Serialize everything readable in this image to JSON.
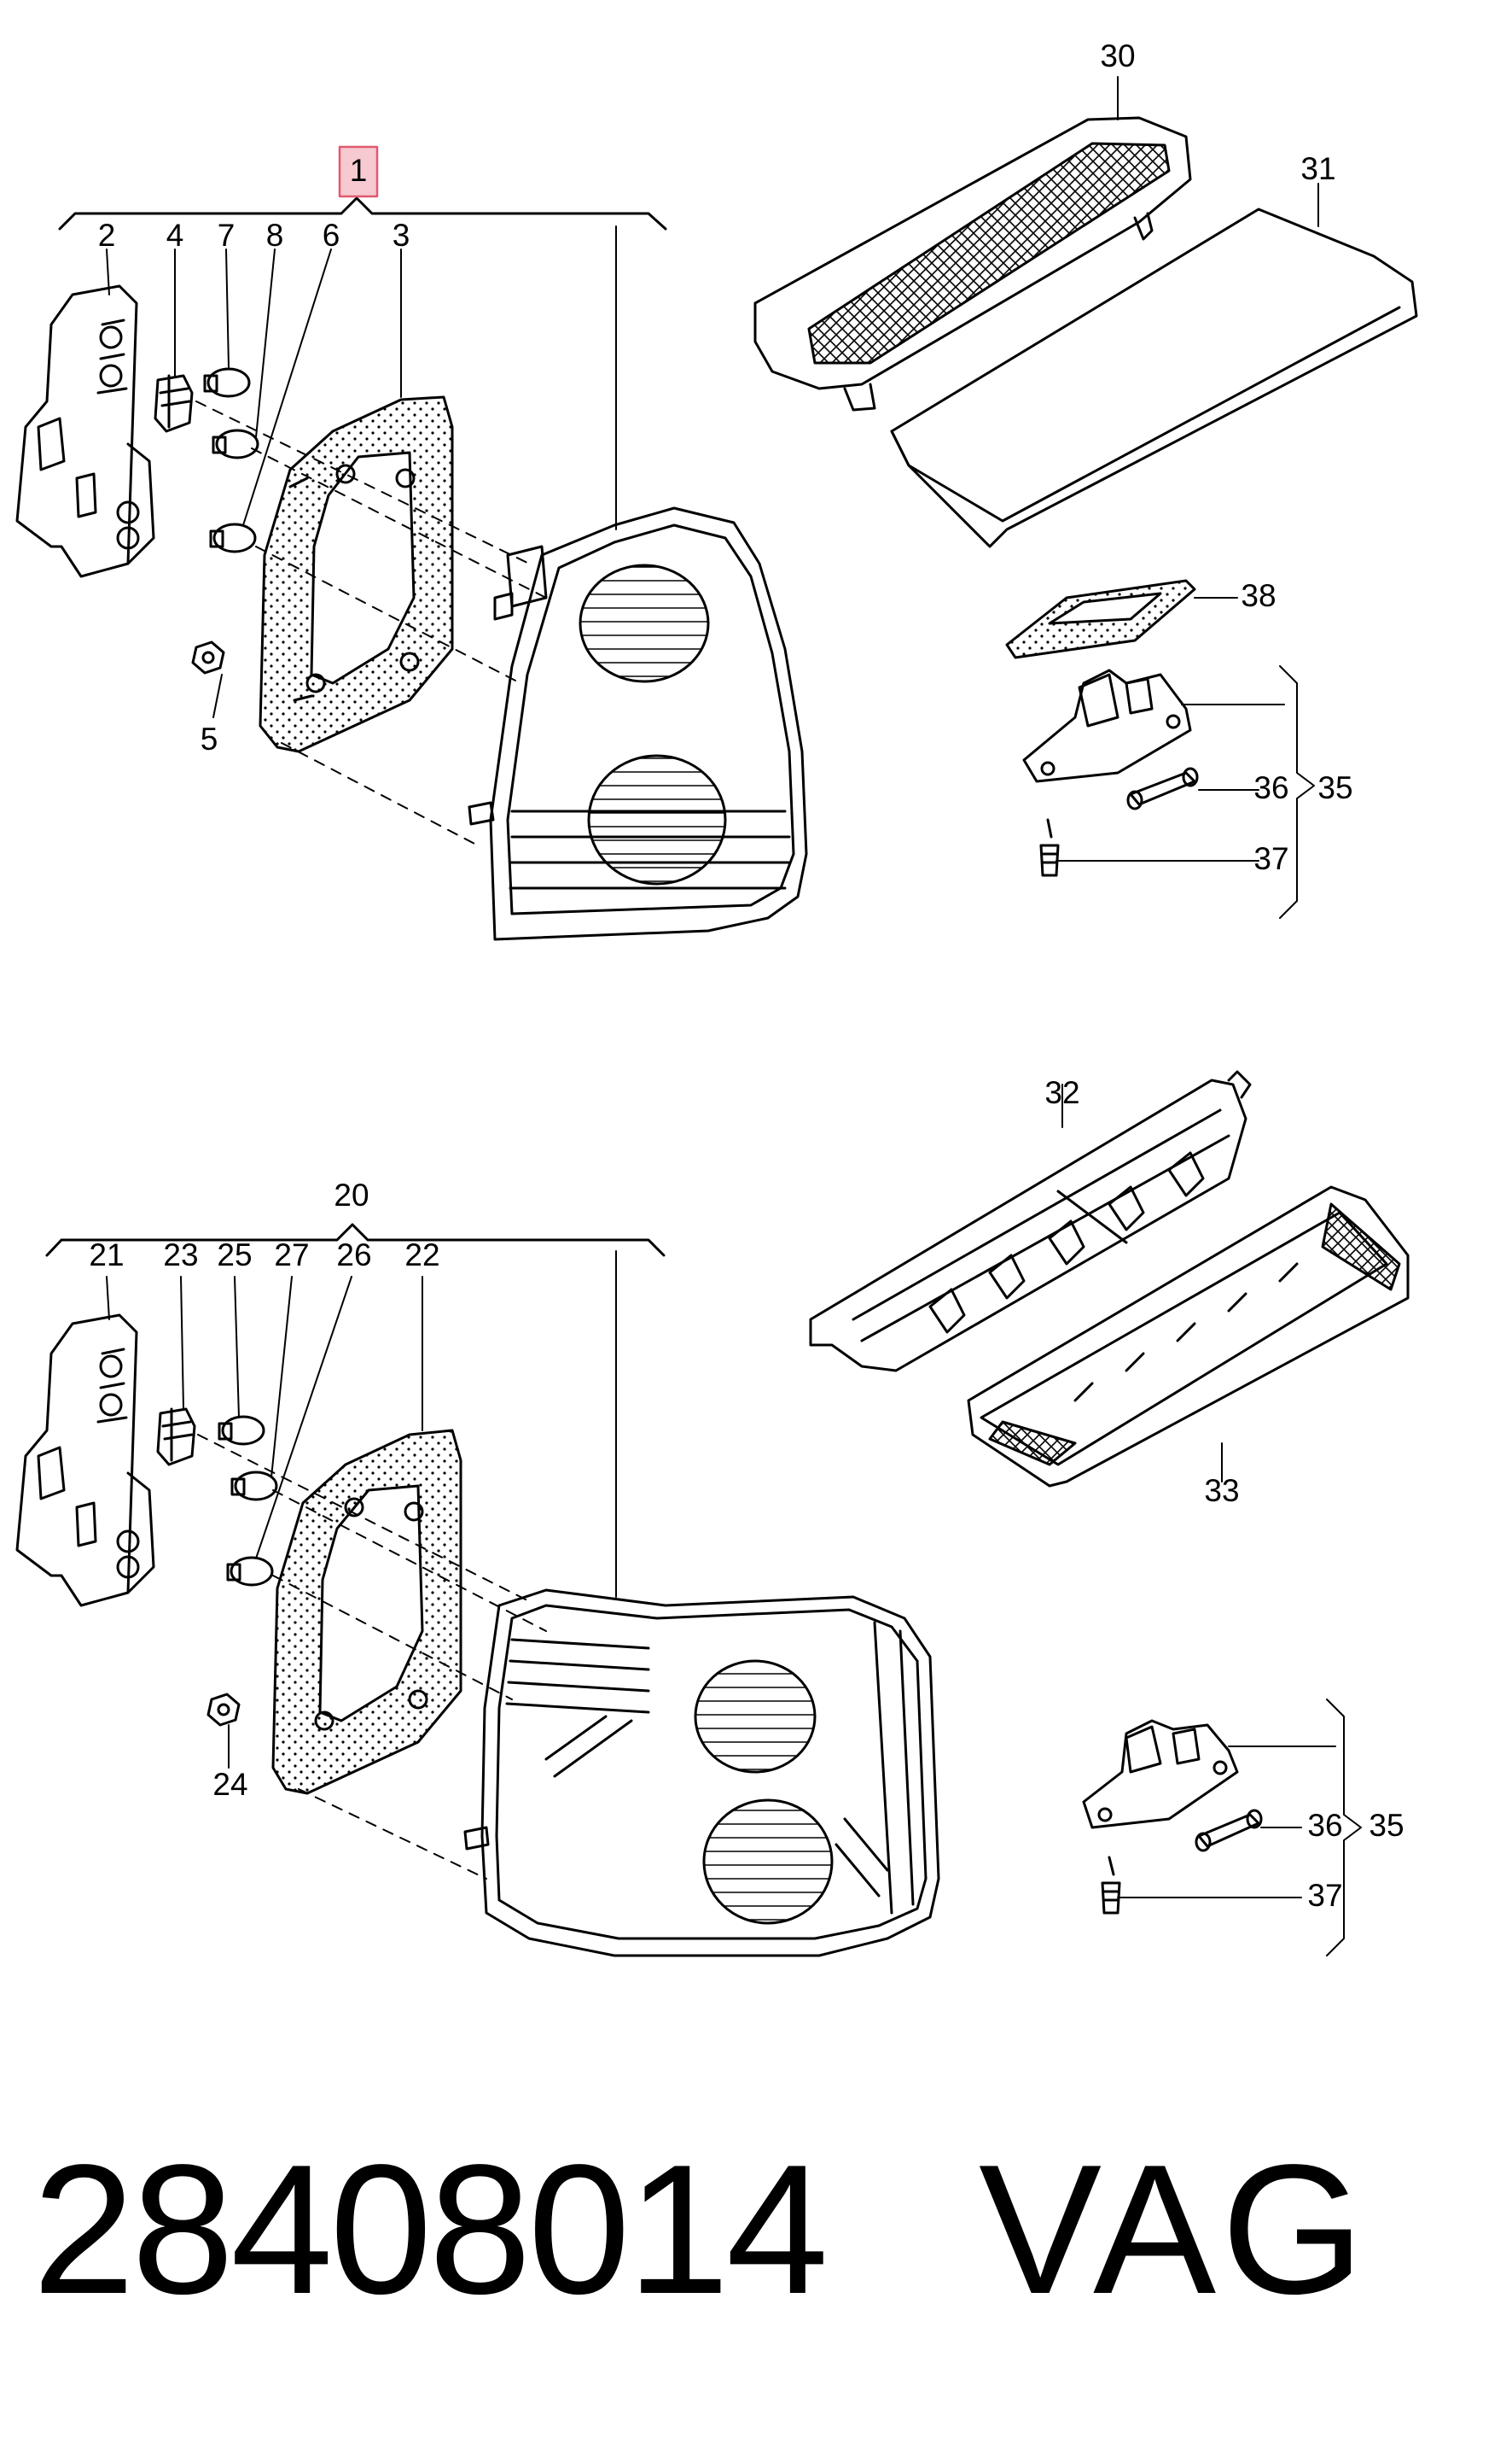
{
  "colors": {
    "ink": "#000000",
    "highlight_fill": "#f7c9d1",
    "highlight_stroke": "#e05a6e"
  },
  "callouts": {
    "c1": "1",
    "c2": "2",
    "c3": "3",
    "c4": "4",
    "c5": "5",
    "c6": "6",
    "c7": "7",
    "c8": "8",
    "c20": "20",
    "c21": "21",
    "c22": "22",
    "c23": "23",
    "c24": "24",
    "c25": "25",
    "c26": "26",
    "c27": "27",
    "c30": "30",
    "c31": "31",
    "c32": "32",
    "c33": "33",
    "c35a": "35",
    "c36a": "36",
    "c37a": "37",
    "c38": "38",
    "c35b": "35",
    "c36b": "36",
    "c37b": "37"
  },
  "footer": {
    "part_number": "28408014",
    "brand": "VAG"
  }
}
